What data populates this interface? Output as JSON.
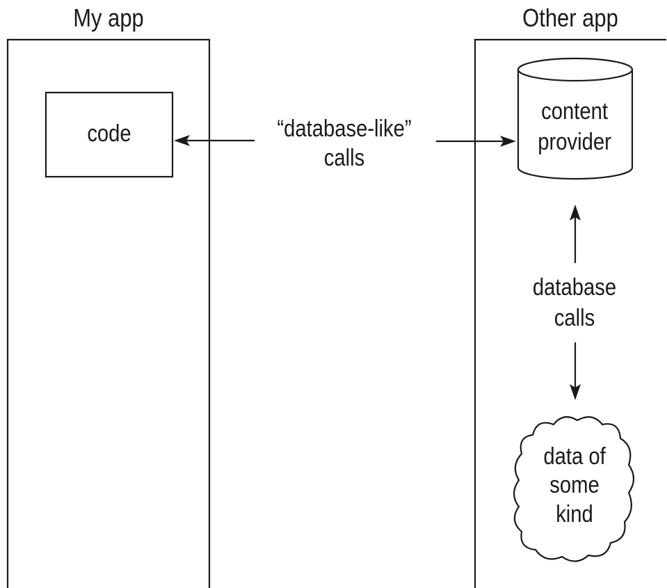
{
  "panels": {
    "left_title": "My app",
    "right_title": "Other app"
  },
  "code_box": {
    "label": "code"
  },
  "database_like_calls": {
    "line1": "“database-like”",
    "line2": "calls"
  },
  "content_provider": {
    "line1": "content",
    "line2": "provider"
  },
  "database_calls": {
    "line1": "database",
    "line2": "calls"
  },
  "data_cloud": {
    "line1": "data of",
    "line2": "some",
    "line3": "kind"
  }
}
